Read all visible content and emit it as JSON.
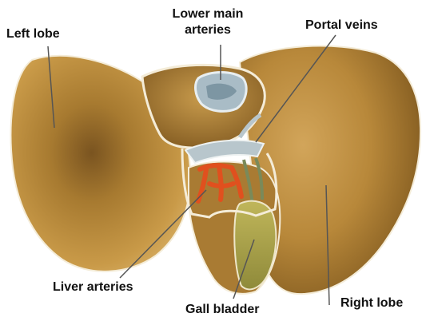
{
  "labels": {
    "left_lobe": "Left lobe",
    "lower_main_arteries_line1": "Lower main",
    "lower_main_arteries_line2": "arteries",
    "portal_veins": "Portal veins",
    "liver_arteries": "Liver arteries",
    "gall_bladder": "Gall bladder",
    "right_lobe": "Right lobe"
  },
  "colors": {
    "liver_tissue": "#b98a36",
    "liver_dark": "#6b4a1a",
    "liver_light": "#d9b46a",
    "veins": "#9fb4c0",
    "arteries": "#e0501e",
    "gall_bladder": "#a8a04a",
    "outline": "#f2ead8",
    "leader_line": "#555555"
  }
}
